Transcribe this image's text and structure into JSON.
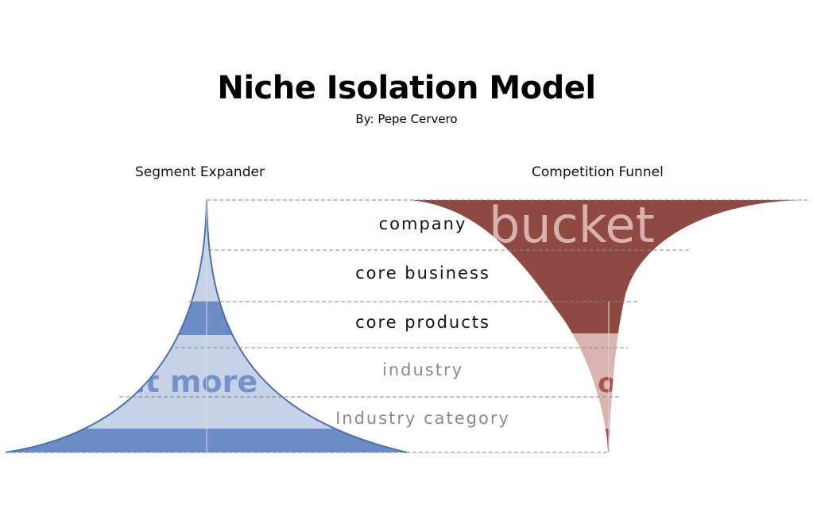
{
  "title": "Niche Isolation Model",
  "subtitle": "By: Pepe Cervero",
  "columns": {
    "left": "Segment Expander",
    "right": "Competition Funnel"
  },
  "stages": [
    {
      "label": "company",
      "tone": "dark"
    },
    {
      "label": "core business",
      "tone": "dark"
    },
    {
      "label": "core products",
      "tone": "dark"
    },
    {
      "label": "industry",
      "tone": "light"
    },
    {
      "label": "Industry category",
      "tone": "light"
    }
  ],
  "watermark": {
    "right_text": "bucket",
    "right_text_2": "o",
    "left_text": "ct more"
  },
  "colors": {
    "expander_dark": "#6b8cc4",
    "expander_light": "#c5d2e8",
    "funnel_dark": "#8e4a42",
    "funnel_light": "#d9b4b0",
    "divider": "#888888"
  }
}
